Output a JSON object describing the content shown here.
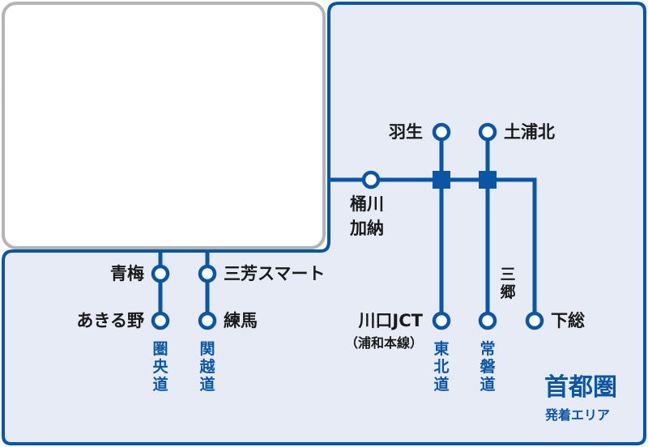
{
  "colors": {
    "route": "#0a56a5",
    "area_fill": "#e6ebf5",
    "box_border": "#b4b4b4"
  },
  "stations": {
    "hanyu": "羽生",
    "tsuchiura_kita": "土浦北",
    "okegawa_kano_1": "桶川",
    "okegawa_kano_2": "加納",
    "ome": "青梅",
    "akiruno": "あきる野",
    "miyoshi": "三芳スマート",
    "nerima": "練馬",
    "kawaguchi": "川口JCT",
    "kawaguchi_sub": "（浦和本線）",
    "misato": "三郷",
    "shimofusa": "下総"
  },
  "routes": {
    "ken_o": "圏央道",
    "kan_etsu": "関越道",
    "tohoku": "東北道",
    "joban": "常磐道"
  },
  "area": {
    "title": "首都圏",
    "subtitle": "発着エリア"
  }
}
